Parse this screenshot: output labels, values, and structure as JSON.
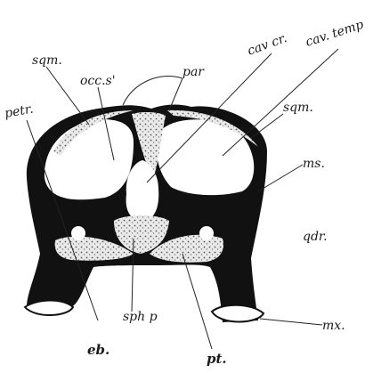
{
  "figure": {
    "subject": "skull cross-section",
    "ink_color": "#111111",
    "paper_color": "#ffffff",
    "stipple_color": "#6e6e6e"
  },
  "labels": {
    "petr": "petr.",
    "sqm_left": "sqm.",
    "occ_s": "occ.s'",
    "par": "par",
    "cav_cr": "cav cr.",
    "cav_temp": "cav. temp",
    "sqm_right": "sqm.",
    "ms": "ms.",
    "qdr": "qdr.",
    "mx": "mx.",
    "sph_p": "sph p",
    "eb": "eb.",
    "pt": "pt."
  }
}
